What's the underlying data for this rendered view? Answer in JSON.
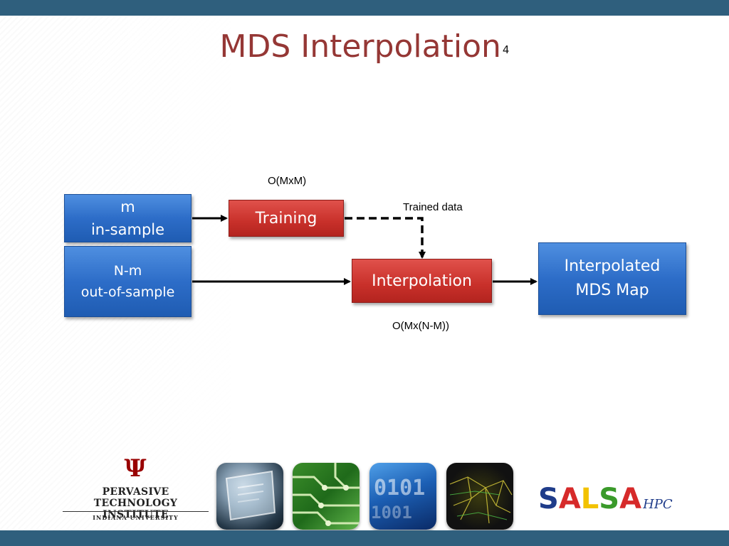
{
  "slide": {
    "title": "MDS Interpolation",
    "slide_number": "4"
  },
  "diagram": {
    "nodes": {
      "in_sample_line1": "m",
      "in_sample_line2": "in-sample",
      "out_sample_line1": "N-m",
      "out_sample_line2": "out-of-sample",
      "training": "Training",
      "interpolation": "Interpolation",
      "map_line1": "Interpolated",
      "map_line2": "MDS Map"
    },
    "labels": {
      "training_cost": "O(MxM)",
      "trained_data": "Trained data",
      "interpolation_cost": "O(Mx(N-M))"
    }
  },
  "footer": {
    "pti_name_line1": "PERVASIVE TECHNOLOGY",
    "pti_name_line2": "INSTITUTE",
    "pti_university": "INDIANA UNIVERSITY",
    "salsa_letters": [
      "S",
      "A",
      "L",
      "S",
      "A"
    ],
    "salsa_colors": [
      "#1f3c8a",
      "#d62a2a",
      "#f2c200",
      "#3a9a2a",
      "#d62a2a"
    ],
    "salsa_suffix": "HPC"
  },
  "colors": {
    "header_bar": "#2f5f7d",
    "title": "#953735",
    "blue_box": "#2d6dc8",
    "red_box": "#c8302a"
  }
}
